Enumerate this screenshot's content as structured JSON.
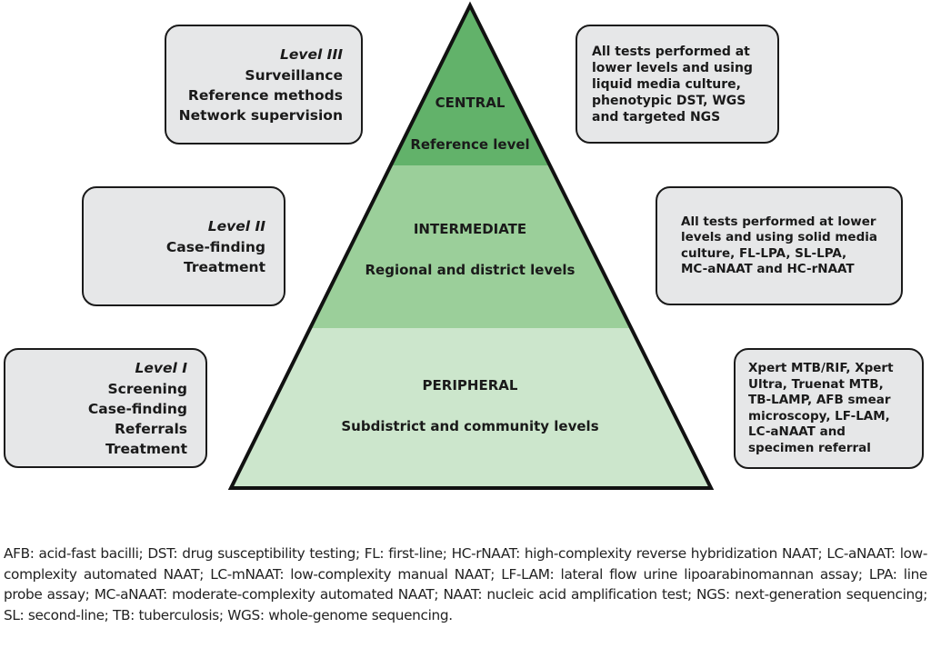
{
  "pyramid": {
    "levels": [
      {
        "name": "CENTRAL",
        "subtitle": "Reference level",
        "color": "#62b26a"
      },
      {
        "name": "INTERMEDIATE",
        "subtitle": "Regional and district levels",
        "color": "#9bcf9a"
      },
      {
        "name": "PERIPHERAL",
        "subtitle": "Subdistrict and community levels",
        "color": "#cce6cc"
      }
    ]
  },
  "left_boxes": [
    {
      "level": "Level III",
      "items": [
        "Surveillance",
        "Reference methods",
        "Network supervision"
      ]
    },
    {
      "level": "Level II",
      "items": [
        "Case-finding",
        "Treatment"
      ]
    },
    {
      "level": "Level I",
      "items": [
        "Screening",
        "Case-finding",
        "Referrals",
        "Treatment"
      ]
    }
  ],
  "right_boxes": [
    {
      "lines": [
        "All tests performed at",
        "lower levels and using",
        "liquid media culture,",
        "phenotypic DST, WGS",
        "and targeted NGS"
      ]
    },
    {
      "lines": [
        "All tests performed at lower",
        "levels and using solid media",
        "culture, FL-LPA, SL-LPA,",
        "MC-aNAAT and HC-rNAAT"
      ]
    },
    {
      "lines": [
        "Xpert MTB/RIF, Xpert",
        "Ultra, Truenat MTB,",
        "TB-LAMP, AFB smear",
        "microscopy, LF-LAM,",
        "LC-aNAAT and",
        "specimen referral"
      ]
    }
  ],
  "colors": {
    "box_fill": "#e6e7e8",
    "outline": "#1a1a1a"
  },
  "footnote": "AFB: acid-fast bacilli; DST: drug susceptibility testing; FL: first-line; HC-rNAAT: high-complexity reverse hybridization NAAT; LC-aNAAT: low-complexity automated NAAT; LC-mNAAT: low-complexity manual NAAT; LF-LAM: lateral flow urine lipoarabinomannan assay; LPA: line probe assay; MC-aNAAT: moderate-complexity automated NAAT; NAAT: nucleic acid amplification test; NGS: next-generation sequencing; SL: second-line; TB: tuberculosis; WGS: whole-genome sequencing."
}
